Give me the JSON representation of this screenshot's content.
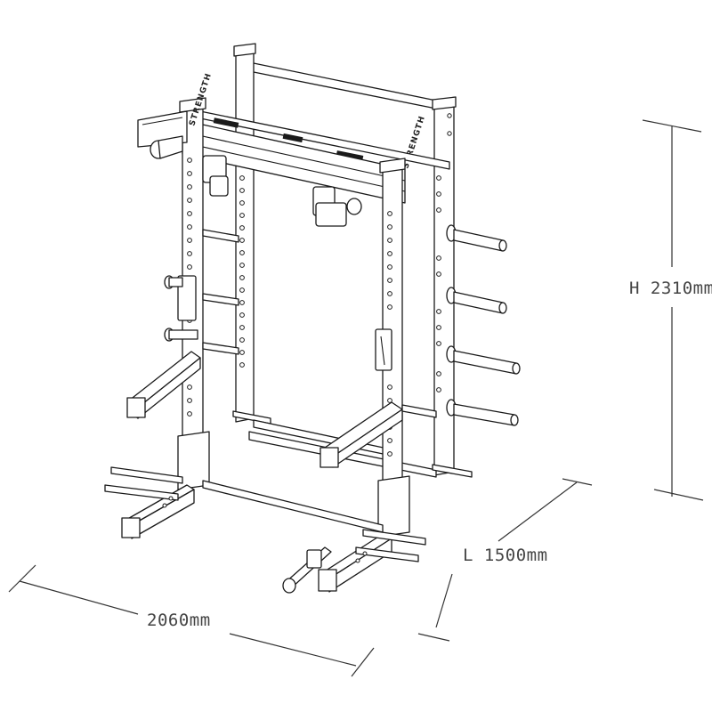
{
  "diagram": {
    "colors": {
      "line": "#1a1a1a",
      "dimension_line": "#333333",
      "dimension_text": "#444444",
      "background": "#ffffff"
    },
    "dimensions": {
      "height": "H 2310mm",
      "length": "L 1500mm",
      "width": "2060mm"
    },
    "branding": {
      "upright_logo_front": "STRENGTH",
      "upright_logo_back": "STRENGTH"
    }
  }
}
